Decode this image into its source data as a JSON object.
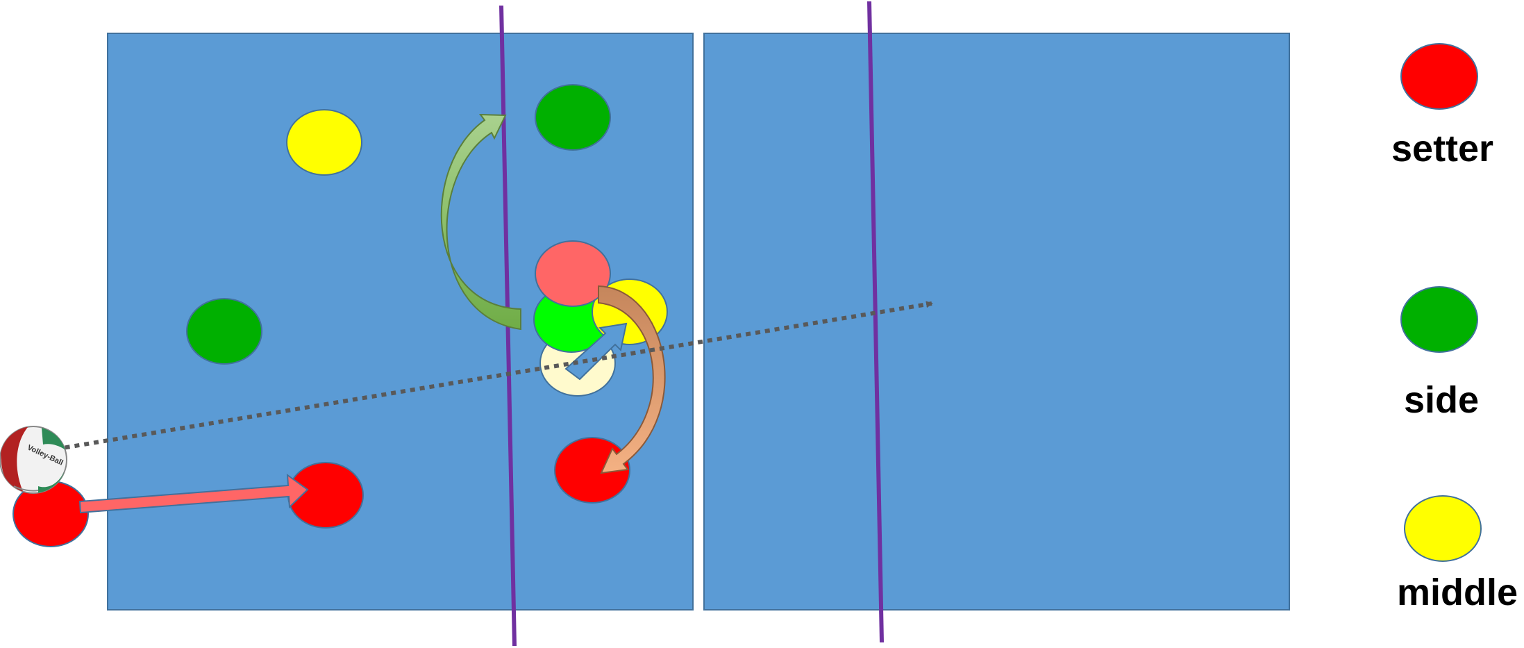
{
  "colors": {
    "court": "#5b9bd5",
    "court_border": "#41719c",
    "net": "#7030a0",
    "setter": "#ff0000",
    "setter_faded": "#ff6666",
    "side": "#00b000",
    "side_bright": "#00ff00",
    "middle": "#ffff00",
    "middle_faded": "#fffacd",
    "arrow_setter": "#ff6666",
    "arrow_side": "#92d050",
    "arrow_middle": "#f4b183",
    "serve_path": "#595959"
  },
  "legend": {
    "setter_label": "setter",
    "side_label": "side",
    "middle_label": "middle"
  },
  "ball": {
    "icon": "volleyball-icon",
    "label": "Volley-Ball"
  }
}
